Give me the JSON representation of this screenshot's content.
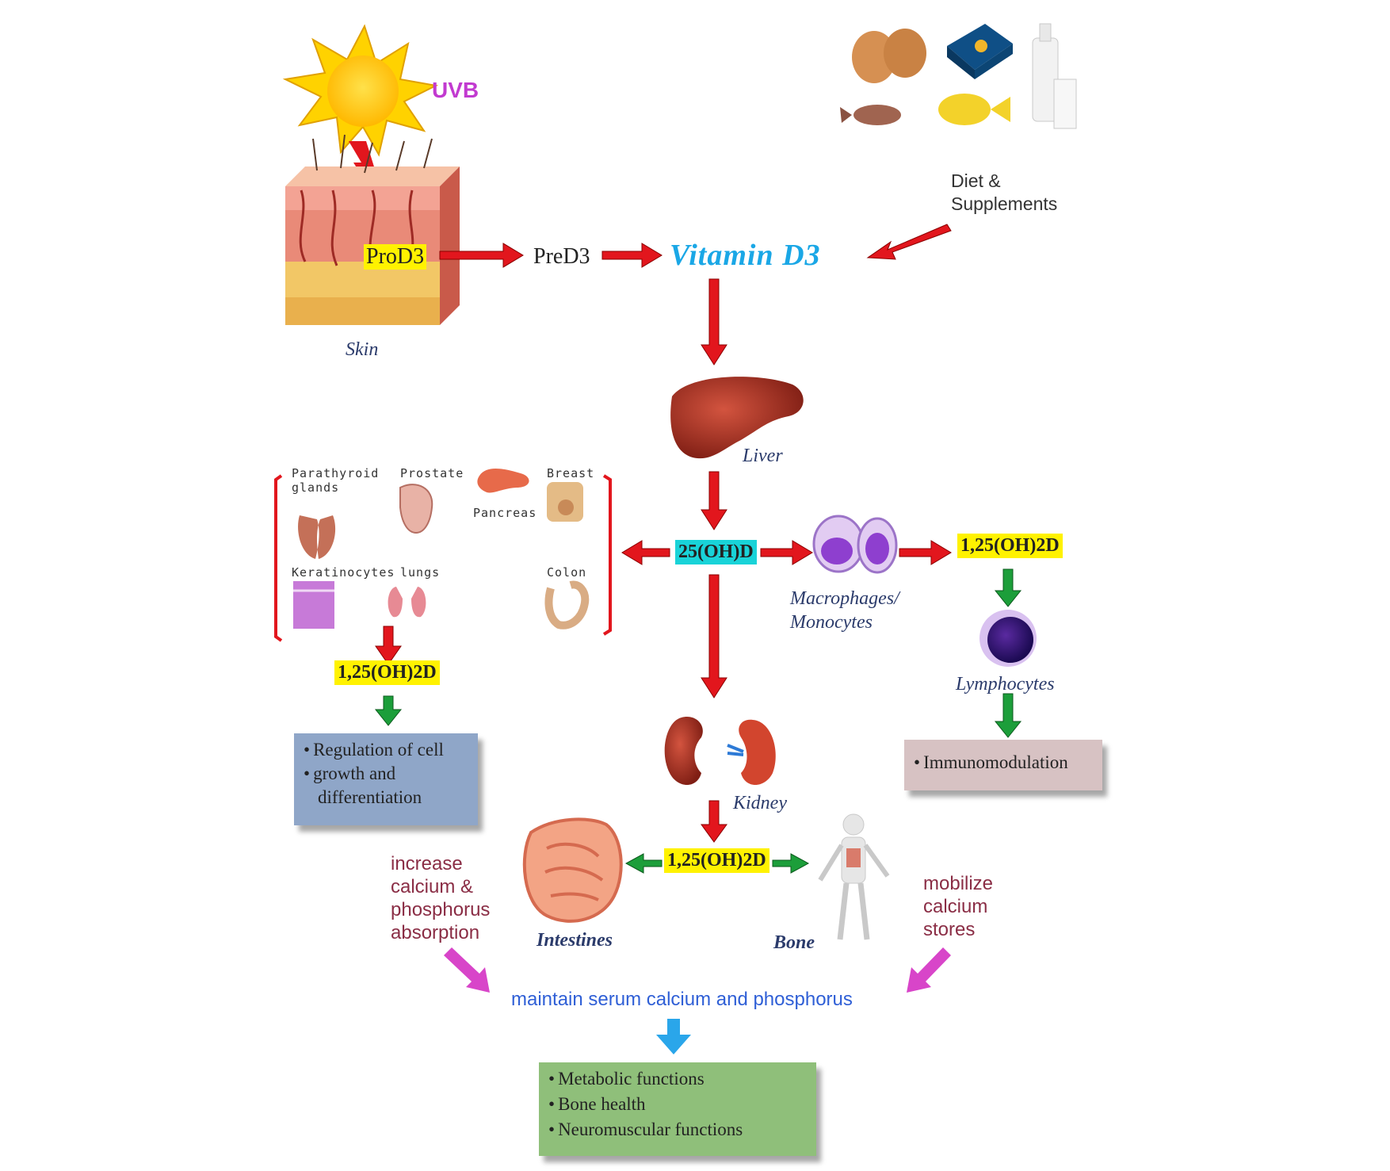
{
  "labels": {
    "uvb": "UVB",
    "prod3": "ProD3",
    "pred3": "PreD3",
    "vitamin_d3": "Vitamin D3",
    "diet": "Diet & Supplements",
    "skin": "Skin",
    "liver": "Liver",
    "metabolite_25": "25(OH)D",
    "macrophages": "Macrophages/ Monocytes",
    "lymphocytes": "Lymphocytes",
    "kidney": "Kidney",
    "intestines": "Intestines",
    "bone": "Bone",
    "calcitriol": "1,25(OH)2D",
    "increase_absorption": "increase calcium & phosphorus absorption",
    "mobilize": "mobilize calcium stores",
    "maintain": "maintain serum calcium and phosphorus"
  },
  "tissues": {
    "parathyroid": "Parathyroid glands",
    "prostate": "Prostate",
    "pancreas": "Pancreas",
    "breast": "Breast",
    "keratinocytes": "Keratinocytes",
    "lungs": "lungs",
    "colon": "Colon"
  },
  "boxes": {
    "cell": [
      "Regulation of cell",
      "growth and",
      "differentiation"
    ],
    "immune": [
      "Immunomodulation"
    ],
    "outcomes": [
      "Metabolic functions",
      "Bone health",
      "Neuromuscular functions"
    ]
  },
  "colors": {
    "red_arrow": "#e2161d",
    "green_arrow": "#1c9e3a",
    "magenta_arrow": "#d845c9",
    "blue_arrow": "#2aa6ea",
    "highlight_yellow": "#fff200",
    "highlight_cyan": "#19d3d8"
  }
}
